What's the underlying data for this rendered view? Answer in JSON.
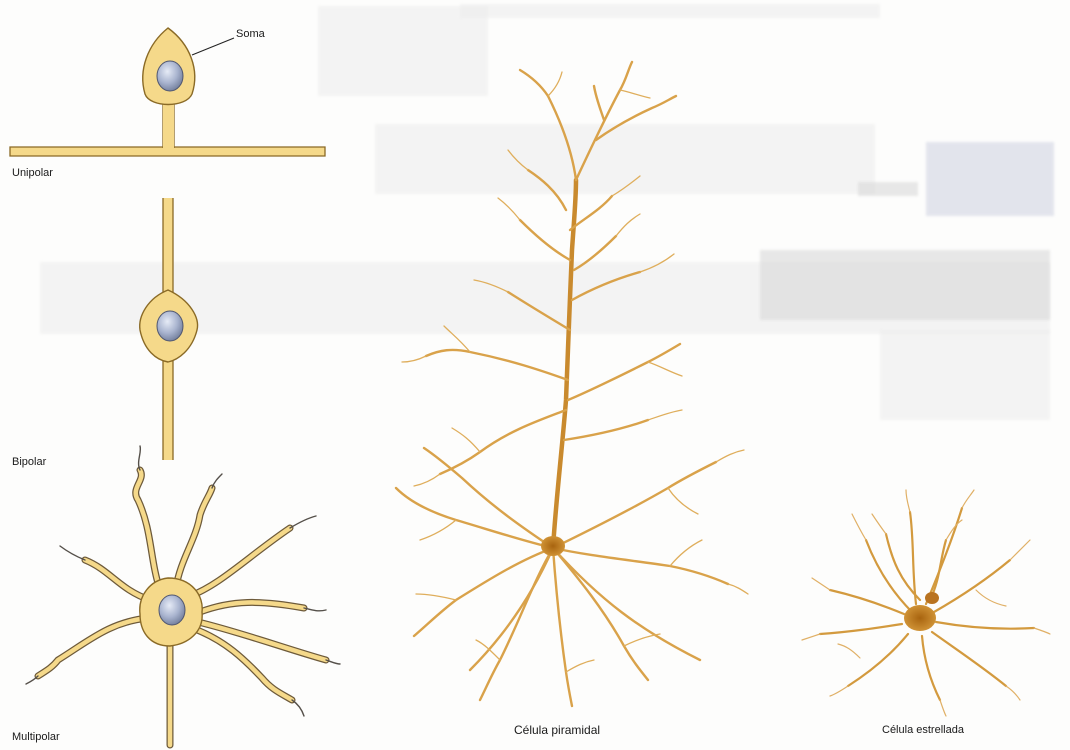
{
  "labels": {
    "soma": "Soma",
    "unipolar": "Unipolar",
    "bipolar": "Bipolar",
    "multipolar": "Multipolar",
    "pyramidal": "Célula piramidal",
    "stellate": "Célula estrellada"
  },
  "colors": {
    "membrane": "#f5d98a",
    "outline": "#8a6a26",
    "nucleus": "#a9b4cf",
    "dendrite": "#d39a3e",
    "cellbody": "#c88a2c"
  }
}
